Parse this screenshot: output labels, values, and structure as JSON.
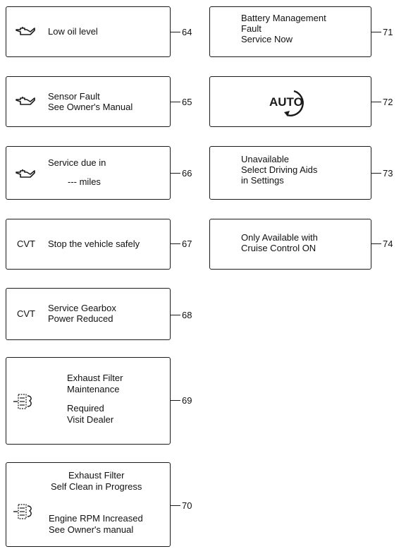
{
  "panels": [
    {
      "id": "64",
      "icon": "oil-can-icon",
      "lines": [
        "Low oil level"
      ]
    },
    {
      "id": "65",
      "icon": "oil-can-icon",
      "lines": [
        "Sensor Fault",
        "See Owner's Manual"
      ]
    },
    {
      "id": "66",
      "icon": "oil-can-icon",
      "lines": [
        "Service due in",
        "--- miles"
      ]
    },
    {
      "id": "67",
      "icon_text": "CVT",
      "lines": [
        "Stop the vehicle safely"
      ]
    },
    {
      "id": "68",
      "icon_text": "CVT",
      "lines": [
        "Service Gearbox",
        "Power Reduced"
      ]
    },
    {
      "id": "69",
      "icon": "exhaust-filter-icon",
      "lines": [
        "Exhaust Filter",
        "Maintenance",
        "Required",
        "Visit Dealer"
      ]
    },
    {
      "id": "70",
      "icon": "exhaust-filter-icon",
      "lines": [
        "Exhaust Filter",
        "Self Clean in Progress",
        "Engine RPM Increased",
        "See Owner's manual"
      ]
    },
    {
      "id": "71",
      "lines": [
        "Battery Management",
        "Fault",
        "Service Now"
      ]
    },
    {
      "id": "72",
      "icon": "auto-start-stop-icon",
      "icon_label": "AUTO"
    },
    {
      "id": "73",
      "lines": [
        "Unavailable",
        "Select Driving Aids",
        "in Settings"
      ]
    },
    {
      "id": "74",
      "lines": [
        "Only Available with",
        "Cruise Control ON"
      ]
    }
  ]
}
